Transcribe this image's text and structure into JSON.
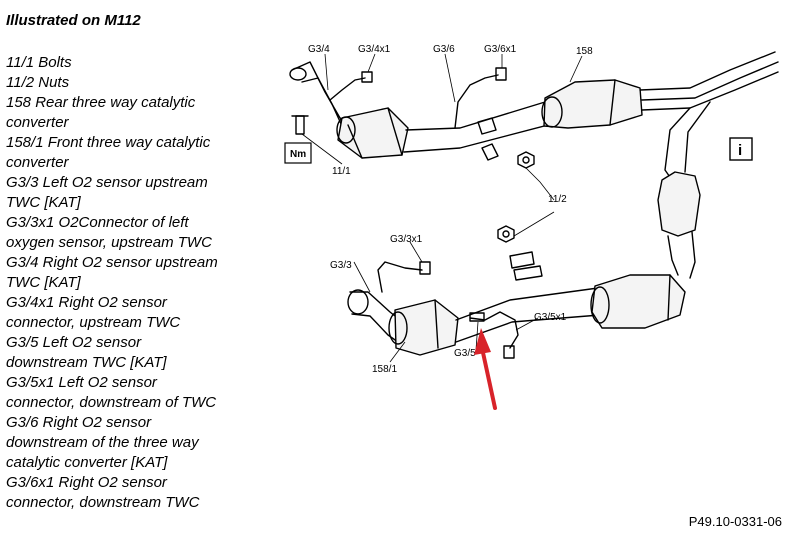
{
  "title": "Illustrated on M112",
  "legend": [
    {
      "text": "11/1 Bolts"
    },
    {
      "text": "11/2 Nuts"
    },
    {
      "text": "158 Rear three way catalytic\nconverter"
    },
    {
      "text": "158/1 Front three way catalytic\nconverter"
    },
    {
      "text": "G3/3 Left O2 sensor upstream\nTWC [KAT]"
    },
    {
      "text": "G3/3x1 O2Connector of left\noxygen sensor, upstream TWC"
    },
    {
      "text": "G3/4 Right O2 sensor upstream\nTWC [KAT]"
    },
    {
      "text": "G3/4x1 Right O2 sensor\nconnector, upstream TWC"
    },
    {
      "text": "G3/5 Left O2 sensor\ndownstream TWC [KAT]"
    },
    {
      "text": "G3/5x1 Left O2 sensor\nconnector, downstream of TWC"
    },
    {
      "text": "G3/6 Right O2 sensor\ndownstream of the three way\ncatalytic converter [KAT]"
    },
    {
      "text": "G3/6x1 Right O2 sensor\nconnector, downstream TWC"
    }
  ],
  "diagram": {
    "callouts": {
      "g34": "G3/4",
      "g34x1": "G3/4x1",
      "g36": "G3/6",
      "g36x1": "G3/6x1",
      "c158": "158",
      "c111": "11/1",
      "c112": "11/2",
      "g33x1": "G3/3x1",
      "g33": "G3/3",
      "g35x1": "G3/5x1",
      "g35": "G3/5",
      "c1581": "158/1"
    },
    "nm_box": "Nm",
    "info_box": "i",
    "arrow_color": "#d8232a"
  },
  "figure_number": "P49.10-0331-06"
}
